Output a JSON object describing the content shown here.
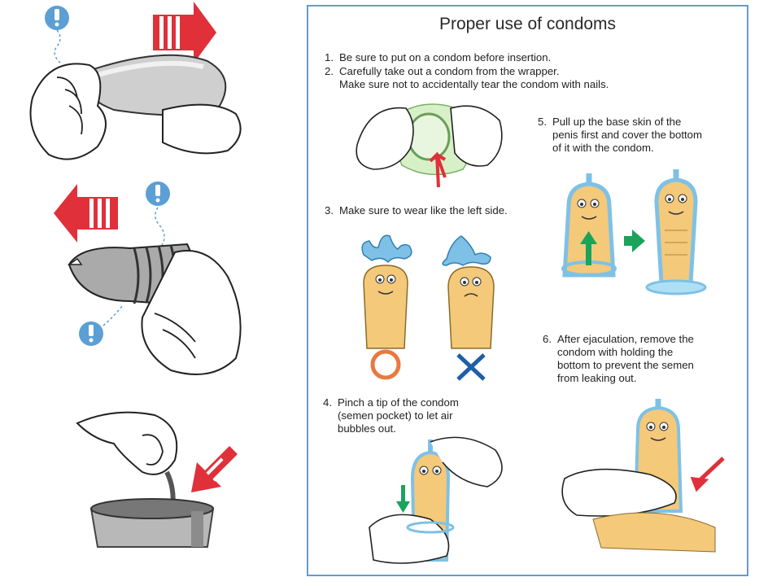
{
  "poster": {
    "title": "Proper use of condoms",
    "steps": [
      {
        "num": "1.",
        "lines": [
          "Be sure to put on a condom before insertion."
        ]
      },
      {
        "num": "2.",
        "lines": [
          "Carefully take out a condom from the wrapper.",
          "Make sure not to accidentally tear the condom with nails."
        ]
      },
      {
        "num": "3.",
        "lines": [
          "Make sure to wear like the left side."
        ]
      },
      {
        "num": "4.",
        "lines": [
          "Pinch a tip of the condom",
          "(semen pocket) to let air",
          "bubbles out."
        ]
      },
      {
        "num": "5.",
        "lines": [
          "Pull up the base skin of the",
          "penis first and cover the bottom",
          "of it with the condom."
        ]
      },
      {
        "num": "6.",
        "lines": [
          "After ejaculation, remove the",
          "condom with holding the",
          "bottom to prevent the semen",
          "from leaking out."
        ]
      }
    ]
  },
  "colors": {
    "border": "#6a9ac9",
    "skin": "#f4c97a",
    "condom_blue": "#7fc1e6",
    "correct_mark": "#e8793f",
    "wrong_mark": "#1f5ea8",
    "green_arrow": "#1aa35a",
    "red_arrow": "#e0303a",
    "warning_icon": "#5b9fd4"
  },
  "icons": [
    "warning-icon",
    "red-arrow-icon",
    "green-arrow-icon",
    "correct-circle-icon",
    "wrong-cross-icon"
  ]
}
